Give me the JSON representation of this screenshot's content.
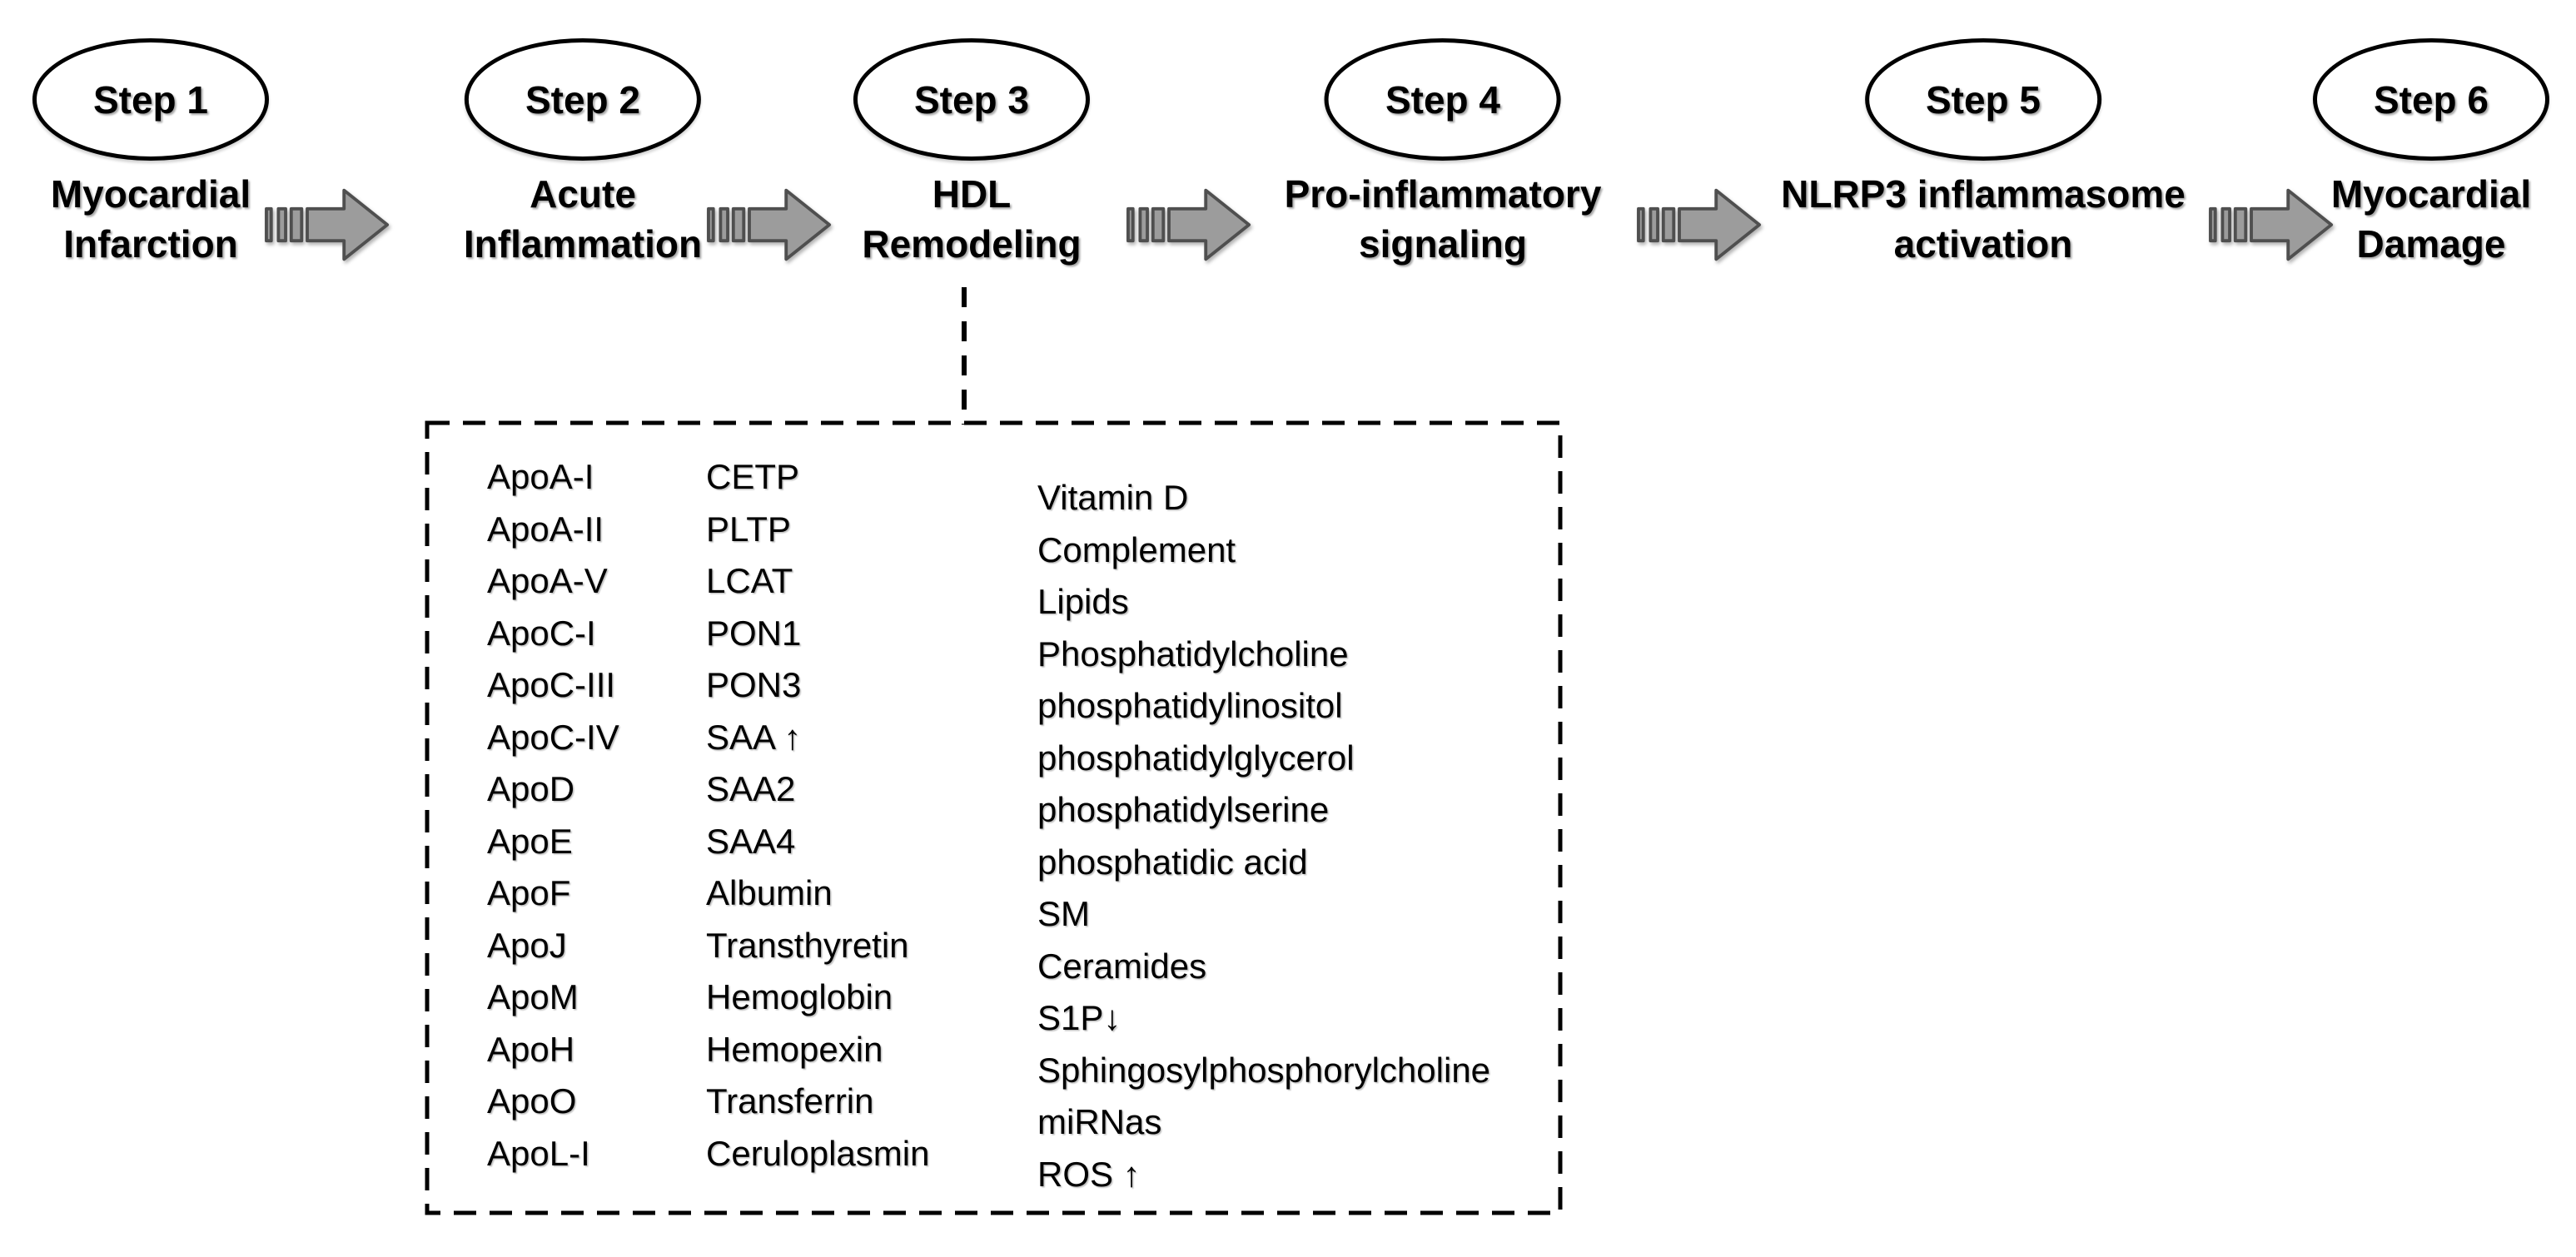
{
  "steps": [
    {
      "badge": "Step 1",
      "label": "Myocardial\nInfarction"
    },
    {
      "badge": "Step 2",
      "label": "Acute\nInflammation"
    },
    {
      "badge": "Step 3",
      "label": "HDL\nRemodeling"
    },
    {
      "badge": "Step 4",
      "label": "Pro-inflammatory\nsignaling"
    },
    {
      "badge": "Step 5",
      "label": "NLRP3 inflammasome\nactivation"
    },
    {
      "badge": "Step 6",
      "label": "Myocardial\nDamage"
    }
  ],
  "panel": {
    "columns": {
      "apolipoproteins": [
        "ApoA-I",
        "ApoA-II",
        "ApoA-V",
        "ApoC-I",
        "ApoC-III",
        "ApoC-IV",
        "ApoD",
        "ApoE",
        "ApoF",
        "ApoJ",
        "ApoM",
        "ApoH",
        "ApoO",
        "ApoL-I"
      ],
      "enzymes_and_proteins": [
        "CETP",
        "PLTP",
        "LCAT",
        "PON1",
        "PON3",
        "SAA ↑",
        "SAA2",
        "SAA4",
        "Albumin",
        "Transthyretin",
        "Hemoglobin",
        "Hemopexin",
        "Transferrin",
        "Ceruloplasmin"
      ],
      "lipids_and_others": [
        "Vitamin D",
        "Complement",
        "Lipids",
        "Phosphatidylcholine",
        "phosphatidylinositol",
        "phosphatidylglycerol",
        "phosphatidylserine",
        "phosphatidic acid",
        "SM",
        "Ceramides",
        "S1P↓",
        "Sphingosylphosphorylcholine",
        "miRNas",
        "ROS ↑"
      ]
    }
  },
  "colors": {
    "arrow_fill": "#9c9c9c",
    "arrow_stroke": "#4f4f4f",
    "line_color": "#000000",
    "text_color": "#000000",
    "bg_color": "#ffffff"
  }
}
